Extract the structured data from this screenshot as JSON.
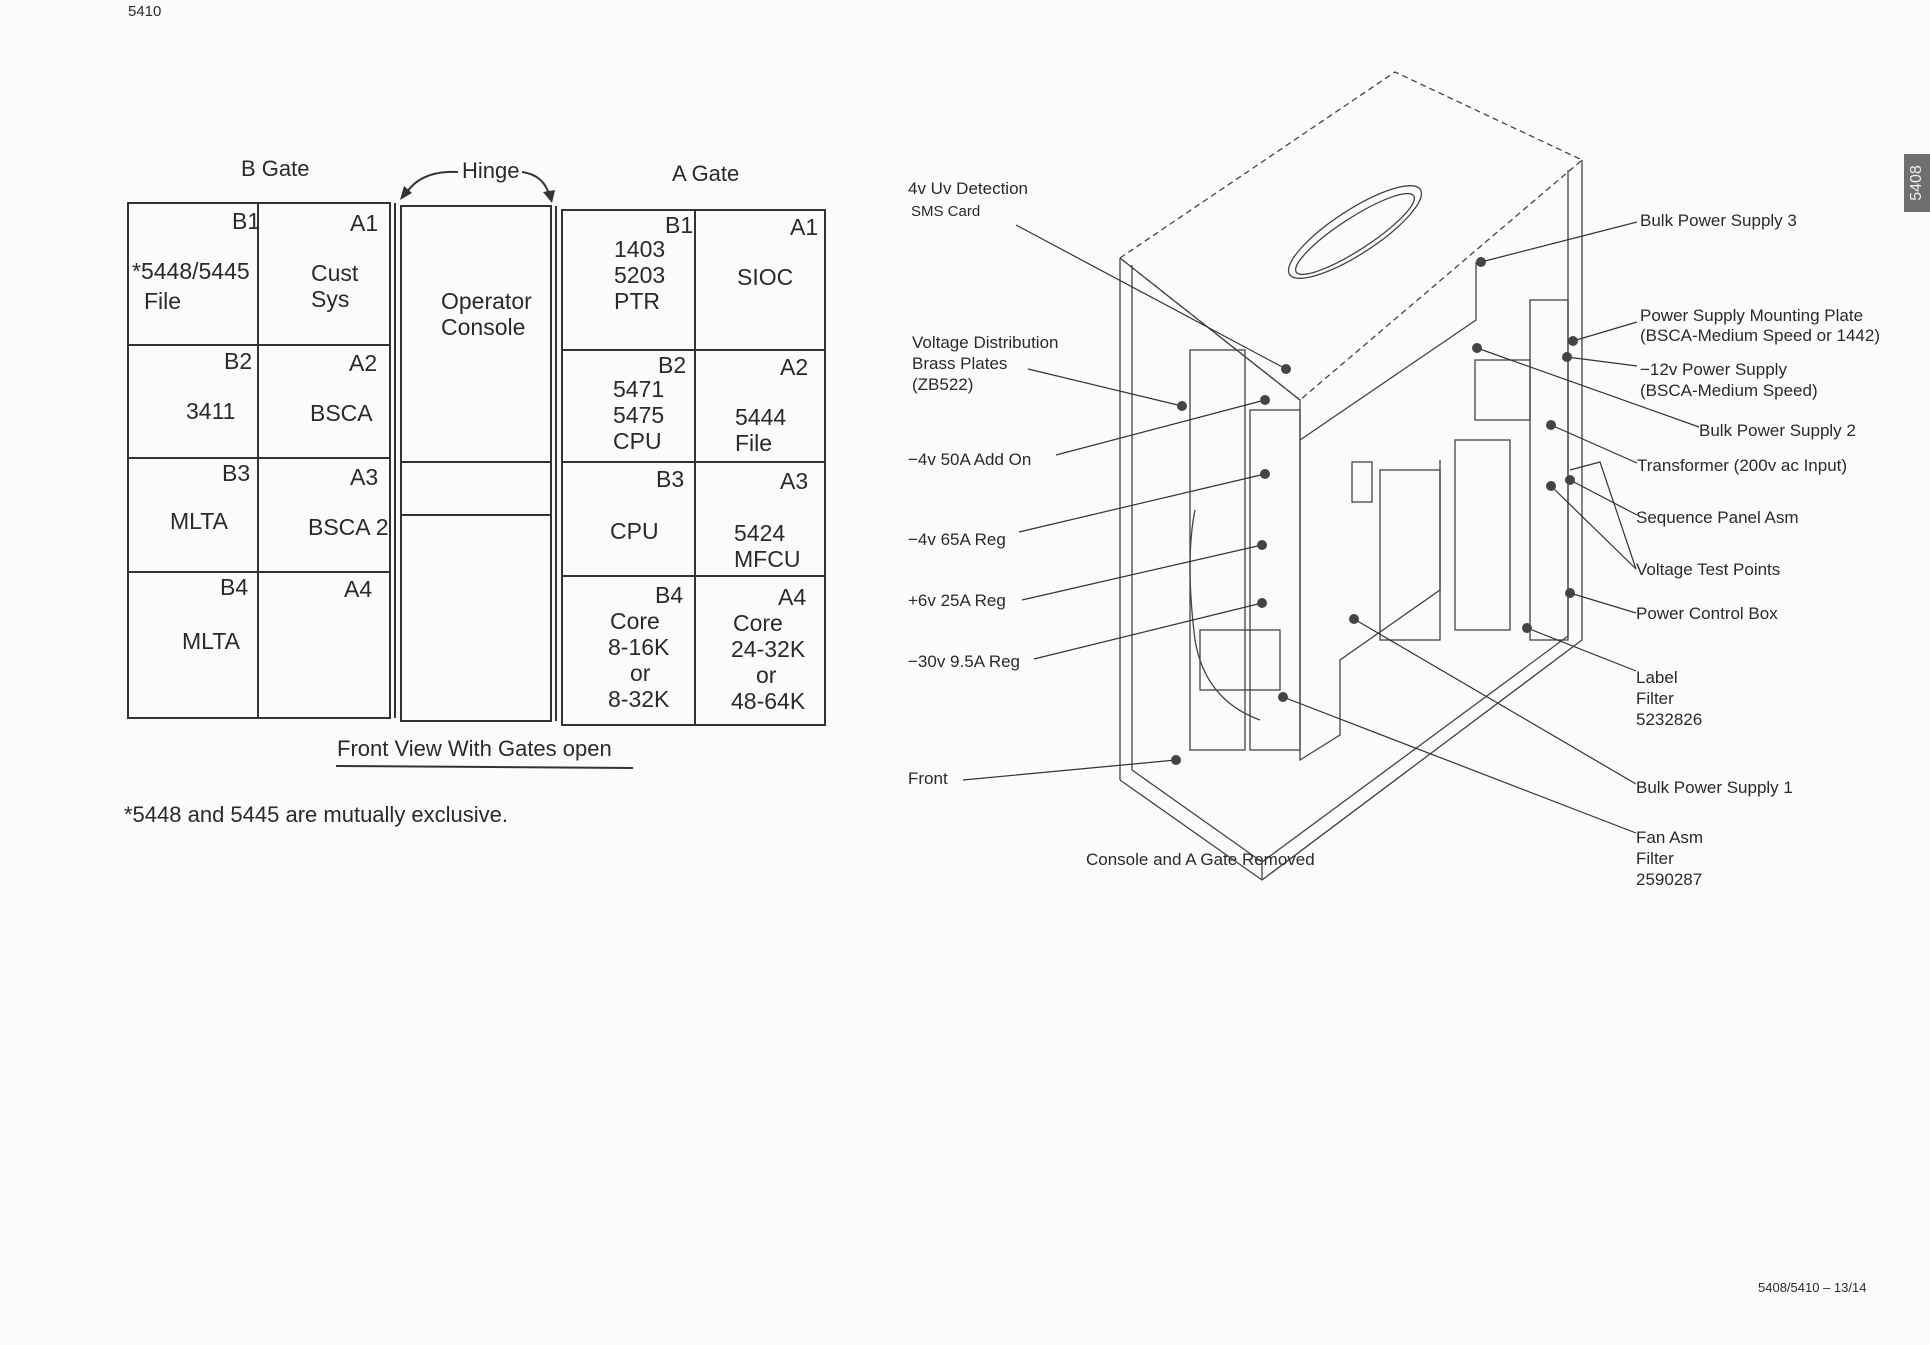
{
  "page_header": "5410",
  "side_tab": "5408",
  "footer": "5408/5410 – 13/14",
  "front_view": {
    "b_gate_label": "B Gate",
    "hinge_label": "Hinge",
    "a_gate_label": "A Gate",
    "b_gate": {
      "B1": {
        "pos": "B1",
        "lines": [
          "*5448/5445",
          "File"
        ]
      },
      "A1": {
        "pos": "A1",
        "lines": [
          "Cust",
          "Sys"
        ]
      },
      "B2": {
        "pos": "B2",
        "lines": [
          "3411"
        ]
      },
      "A2": {
        "pos": "A2",
        "lines": [
          "BSCA"
        ]
      },
      "B3": {
        "pos": "B3",
        "lines": [
          "MLTA"
        ]
      },
      "A3": {
        "pos": "A3",
        "lines": [
          "BSCA 2"
        ]
      },
      "B4": {
        "pos": "B4",
        "lines": [
          "MLTA"
        ]
      },
      "A4": {
        "pos": "A4",
        "lines": []
      }
    },
    "console": {
      "lines": [
        "Operator",
        "Console"
      ]
    },
    "a_gate": {
      "B1": {
        "pos": "B1",
        "lines": [
          "1403",
          "5203",
          "PTR"
        ]
      },
      "A1": {
        "pos": "A1",
        "lines": [
          "SIOC"
        ]
      },
      "B2": {
        "pos": "B2",
        "lines": [
          "5471",
          "5475",
          "CPU"
        ]
      },
      "A2": {
        "pos": "A2",
        "lines": [
          "5444",
          "File"
        ]
      },
      "B3": {
        "pos": "B3",
        "lines": [
          "CPU"
        ]
      },
      "A3": {
        "pos": "A3",
        "lines": [
          "5424",
          "MFCU"
        ]
      },
      "B4": {
        "pos": "B4",
        "lines": [
          "Core",
          "8-16K",
          "or",
          "8-32K"
        ]
      },
      "A4": {
        "pos": "A4",
        "lines": [
          "Core",
          "24-32K",
          "or",
          "48-64K"
        ]
      }
    },
    "caption": "Front View With Gates open",
    "footnote": "*5448 and 5445 are mutually exclusive."
  },
  "cabinet_view": {
    "caption": "Console and A Gate Removed",
    "left_labels": {
      "uv_detection": [
        "4v Uv Detection",
        "SMS Card"
      ],
      "voltage_distribution": [
        "Voltage Distribution",
        "Brass Plates",
        "(ZB522)"
      ],
      "add_on_4v": [
        "−4v 50A Add On"
      ],
      "reg_4v": [
        "−4v 65A Reg"
      ],
      "reg_6v": [
        "+6v 25A Reg"
      ],
      "reg_30v": [
        "−30v 9.5A Reg"
      ],
      "front": [
        "Front"
      ]
    },
    "right_labels": {
      "bulk_ps3": [
        "Bulk Power Supply 3"
      ],
      "mounting_plate": [
        "Power Supply Mounting Plate",
        "(BSCA-Medium Speed or 1442)"
      ],
      "ps_12v": [
        "−12v Power Supply",
        "(BSCA-Medium Speed)"
      ],
      "bulk_ps2": [
        "Bulk Power Supply 2"
      ],
      "transformer": [
        "Transformer (200v ac Input)"
      ],
      "sequence_panel": [
        "Sequence Panel Asm"
      ],
      "test_points": [
        "Voltage Test Points"
      ],
      "power_control": [
        "Power Control Box"
      ],
      "label_filter": [
        "Label",
        "Filter",
        "5232826"
      ],
      "bulk_ps1": [
        "Bulk Power Supply 1"
      ],
      "fan_filter": [
        "Fan Asm",
        "Filter",
        "2590287"
      ]
    }
  }
}
